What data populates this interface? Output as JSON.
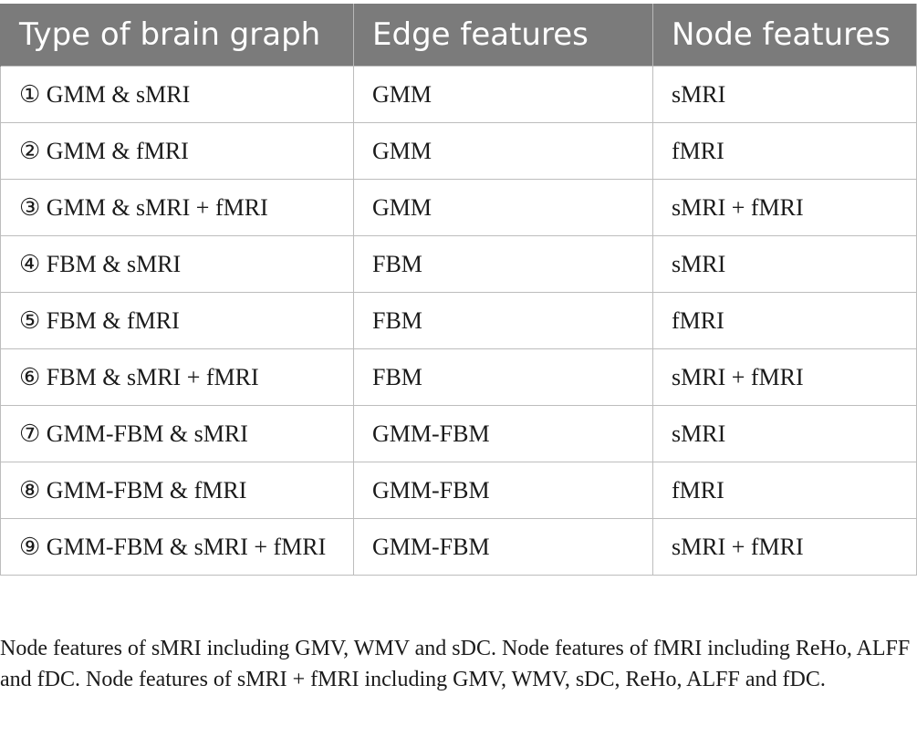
{
  "table": {
    "headers": [
      "Type of brain graph",
      "Edge features",
      "Node features"
    ],
    "rows": [
      [
        "① GMM & sMRI",
        "GMM",
        "sMRI"
      ],
      [
        "② GMM & fMRI",
        "GMM",
        "fMRI"
      ],
      [
        "③ GMM & sMRI + fMRI",
        "GMM",
        "sMRI + fMRI"
      ],
      [
        "④ FBM & sMRI",
        "FBM",
        "sMRI"
      ],
      [
        "⑤ FBM & fMRI",
        "FBM",
        "fMRI"
      ],
      [
        "⑥ FBM & sMRI + fMRI",
        "FBM",
        "sMRI + fMRI"
      ],
      [
        "⑦ GMM-FBM & sMRI",
        "GMM-FBM",
        "sMRI"
      ],
      [
        "⑧ GMM-FBM & fMRI",
        "GMM-FBM",
        "fMRI"
      ],
      [
        "⑨ GMM-FBM & sMRI + fMRI",
        "GMM-FBM",
        "sMRI + fMRI"
      ]
    ]
  },
  "footnote": "Node features of sMRI including GMV, WMV and sDC. Node features of fMRI including ReHo, ALFF and fDC. Node features of sMRI + fMRI including GMV, WMV, sDC, ReHo, ALFF and fDC.",
  "colors": {
    "header_bg": "#7b7b7b",
    "header_text": "#ffffff",
    "grid": "#bdbdbd"
  }
}
